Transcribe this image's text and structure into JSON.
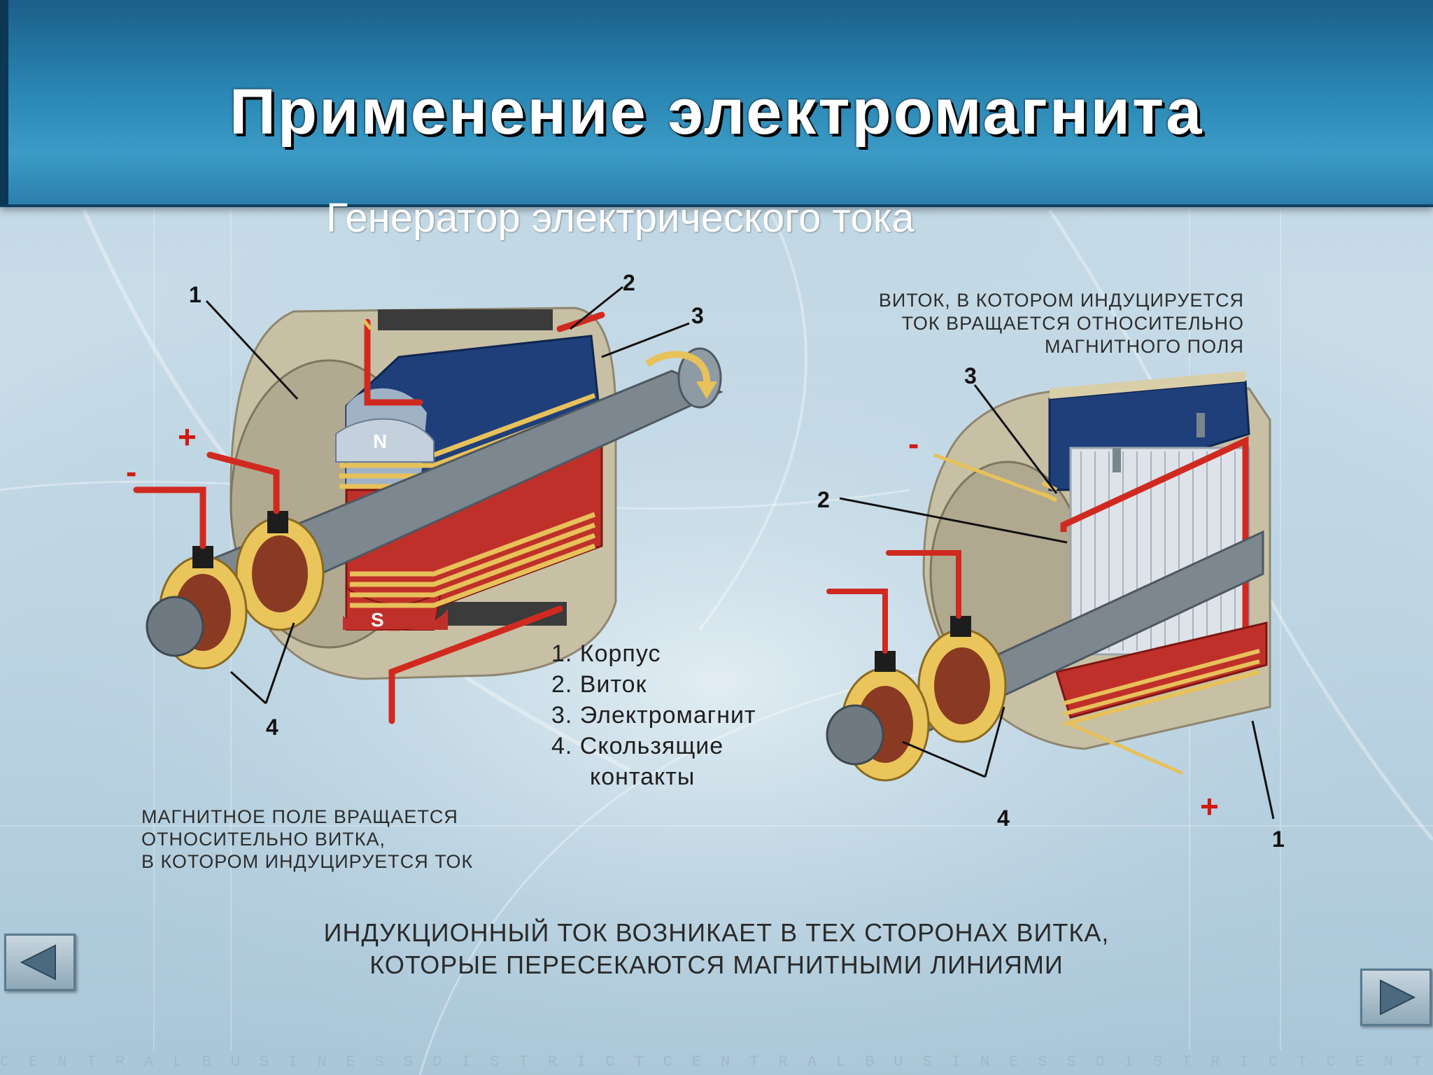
{
  "slide": {
    "title": "Применение электромагнита",
    "subtitle": "Генератор электрического тока"
  },
  "left_diagram": {
    "labels": [
      "1",
      "2",
      "3",
      "4"
    ],
    "plus": "+",
    "minus": "-",
    "pole_n": "N",
    "pole_s": "S",
    "caption": [
      "МАГНИТНОЕ ПОЛЕ ВРАЩАЕТСЯ",
      "ОТНОСИТЕЛЬНО ВИТКА,",
      "В КОТОРОМ ИНДУЦИРУЕТСЯ ТОК"
    ]
  },
  "right_diagram": {
    "labels": [
      "1",
      "2",
      "3",
      "4"
    ],
    "plus": "+",
    "minus": "-",
    "caption": [
      "ВИТОК, В КОТОРОМ ИНДУЦИРУЕТСЯ",
      "ТОК ВРАЩАЕТСЯ ОТНОСИТЕЛЬНО",
      "МАГНИТНОГО ПОЛЯ"
    ]
  },
  "legend": {
    "items": [
      "1. Корпус",
      "2. Виток",
      "3. Электромагнит",
      "4. Скользящие"
    ],
    "continuation": "контакты"
  },
  "bottom_text": {
    "line1": "ИНДУКЦИОННЫЙ ТОК ВОЗНИКАЕТ В ТЕХ СТОРОНАХ ВИТКА,",
    "line2": "КОТОРЫЕ ПЕРЕСЕКАЮТСЯ МАГНИТНЫМИ ЛИНИЯМИ"
  },
  "footer": {
    "watermark": "CENTRALBUSINESSDISTRICTCENTRALBUSINESSDISTRICTCENTRA"
  },
  "navigation": {
    "prev_icon": "triangle-left-icon",
    "next_icon": "triangle-right-icon"
  },
  "colors": {
    "header": "#2a86b3",
    "magnet_blue": "#1f3f7a",
    "magnet_red": "#c0302a",
    "winding_gold": "#e7c15a",
    "housing": "#c9c1a7",
    "wire_red": "#d02a20"
  }
}
